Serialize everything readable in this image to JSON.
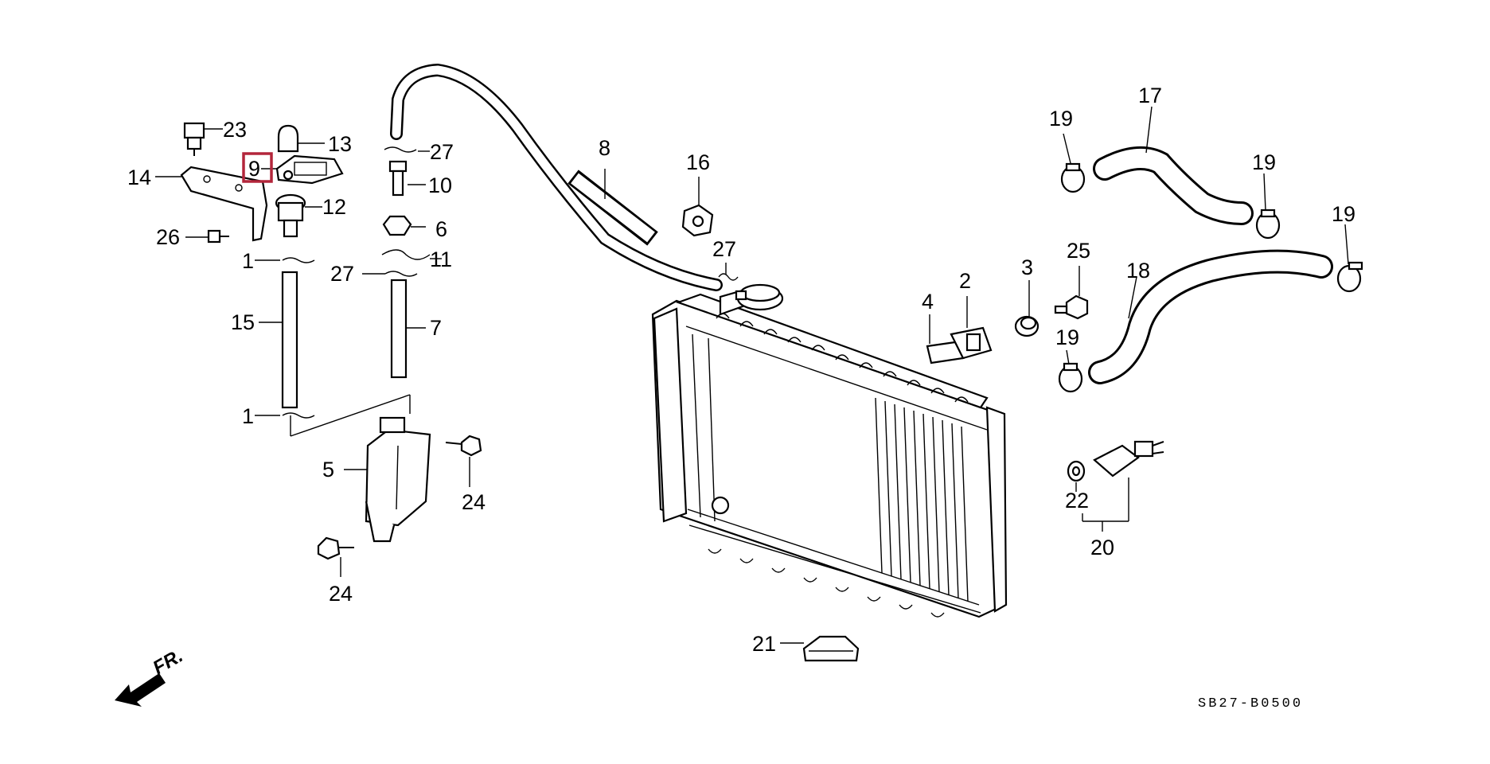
{
  "diagram": {
    "highlight_color": "#b3263b",
    "part_labels": [
      {
        "id": "23",
        "text": "23"
      },
      {
        "id": "13",
        "text": "13"
      },
      {
        "id": "9",
        "text": "9"
      },
      {
        "id": "14",
        "text": "14"
      },
      {
        "id": "12",
        "text": "12"
      },
      {
        "id": "26",
        "text": "26"
      },
      {
        "id": "1a",
        "text": "1"
      },
      {
        "id": "15",
        "text": "15"
      },
      {
        "id": "1b",
        "text": "1"
      },
      {
        "id": "27a",
        "text": "27"
      },
      {
        "id": "10",
        "text": "10"
      },
      {
        "id": "6",
        "text": "6"
      },
      {
        "id": "11",
        "text": "11"
      },
      {
        "id": "27b",
        "text": "27"
      },
      {
        "id": "7",
        "text": "7"
      },
      {
        "id": "5",
        "text": "5"
      },
      {
        "id": "24a",
        "text": "24"
      },
      {
        "id": "24b",
        "text": "24"
      },
      {
        "id": "8",
        "text": "8"
      },
      {
        "id": "16",
        "text": "16"
      },
      {
        "id": "27c",
        "text": "27"
      },
      {
        "id": "4",
        "text": "4"
      },
      {
        "id": "2",
        "text": "2"
      },
      {
        "id": "3",
        "text": "3"
      },
      {
        "id": "25",
        "text": "25"
      },
      {
        "id": "19a",
        "text": "19"
      },
      {
        "id": "17",
        "text": "17"
      },
      {
        "id": "19b",
        "text": "19"
      },
      {
        "id": "19c",
        "text": "19"
      },
      {
        "id": "18",
        "text": "18"
      },
      {
        "id": "19d",
        "text": "19"
      },
      {
        "id": "22",
        "text": "22"
      },
      {
        "id": "20",
        "text": "20"
      },
      {
        "id": "21",
        "text": "21"
      }
    ],
    "direction_label": "FR.",
    "diagram_code": "SB27-B0500"
  }
}
